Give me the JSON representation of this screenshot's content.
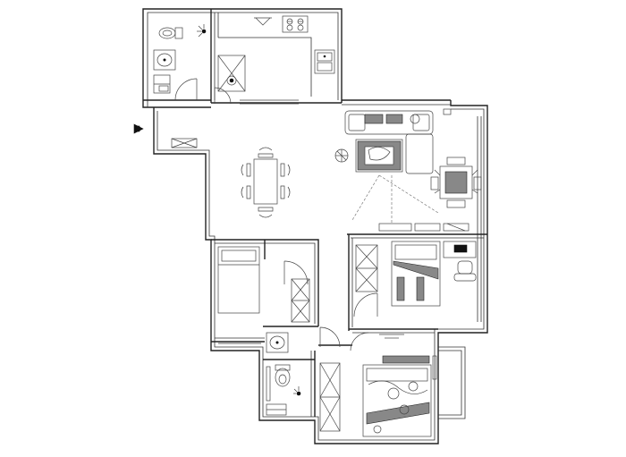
{
  "plan": {
    "colors": {
      "wall": "#222222",
      "furniture": "#444444",
      "background": "#ffffff",
      "accent": "#111111"
    },
    "rooms": [
      "bathroom-north",
      "kitchen",
      "living-dining",
      "bedroom-west",
      "bathroom-south",
      "bedroom-east",
      "master-bedroom"
    ],
    "icons": [
      "entrance-arrow-icon",
      "toilet-icon",
      "washbasin-icon",
      "shower-icon",
      "stove-icon",
      "kitchen-sink-icon",
      "sofa-icon",
      "coffee-table-icon",
      "tv-cabinet-icon",
      "dining-table-icon",
      "tea-table-icon",
      "single-bed-icon",
      "double-bed-icon",
      "wardrobe-icon",
      "desk-chair-icon",
      "ceiling-lamp-icon",
      "plant-icon"
    ]
  }
}
